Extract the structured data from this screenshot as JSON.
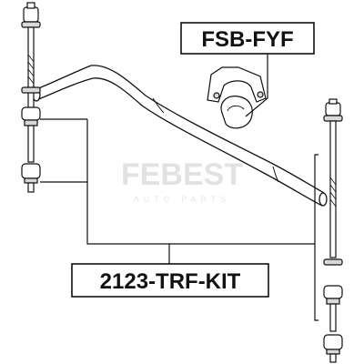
{
  "part_labels": {
    "bushing_part_number": "FSB-FYF",
    "link_kit_part_number": "2123-TRF-KIT"
  },
  "watermark": {
    "brand": "FEBEST",
    "tagline": "AUTO PARTS"
  },
  "colors": {
    "line": "#111111",
    "part_fill": "#ffffff",
    "part_shade": "#d9d9d9",
    "watermark": "#e2e2e2"
  }
}
